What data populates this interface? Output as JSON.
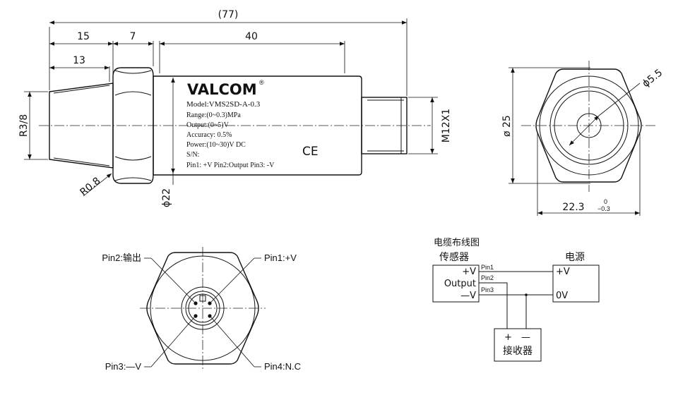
{
  "dimensions": {
    "overall": "(77)",
    "d15": "15",
    "d7": "7",
    "d40": "40",
    "d13": "13",
    "thread": "R3/8",
    "radius": "R0.8",
    "bodyDia": "ϕ22",
    "connectorThread": "M12X1",
    "faceDia": "ø 25",
    "holeDia": "ϕ5.5",
    "hexFlats": "22.3",
    "tolUpper": "0",
    "tolLower": "−0.3"
  },
  "label": {
    "brand": "VALCOM",
    "reg": "®",
    "model": "Model:VMS2SD-A-0.3",
    "range": "Range:(0~0.3)MPa",
    "output": "Output:(0~5)V",
    "accuracy": "Accuracy: 0.5%",
    "power": "Power:(10~30)V DC",
    "sn": "S/N:",
    "pins": "Pin1: +V  Pin2:Output  Pin3: -V",
    "ce": "CE"
  },
  "pins": {
    "pin1": "Pin1:+V",
    "pin2": "Pin2:输出",
    "pin3": "Pin3:—V",
    "pin4": "Pin4:N.C"
  },
  "wiring": {
    "title": "电缆布线图",
    "sensor": "传感器",
    "power": "电源",
    "plusV": "+V",
    "output": "Output",
    "minusV": "—V",
    "pin1": "Pin1",
    "pin2": "Pin2",
    "pin3": "Pin3",
    "supplyPlus": "+V",
    "supplyZero": "0V",
    "receiver": "接收器",
    "recvPlus": "+",
    "recvMinus": "—"
  }
}
